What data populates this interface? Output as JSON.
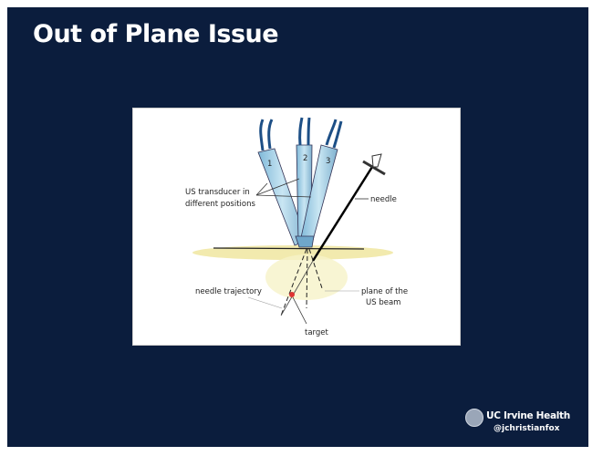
{
  "slide": {
    "title": "Out of Plane Issue",
    "figure": {
      "labels": {
        "transducer_line1": "US transducer in",
        "transducer_line2": "different positions",
        "needle": "needle",
        "needle_trajectory": "needle trajectory",
        "plane_line1": "plane of the",
        "plane_line2": "US beam",
        "target": "target",
        "pos1": "1",
        "pos2": "2",
        "pos3": "3"
      }
    },
    "branding": {
      "name": "UC Irvine Health",
      "handle": "@jchristianfox"
    }
  },
  "colors": {
    "background": "#0b1d3d",
    "transducer": "#a9d3e8",
    "skin": "#f1e9a6",
    "target": "#d33"
  }
}
